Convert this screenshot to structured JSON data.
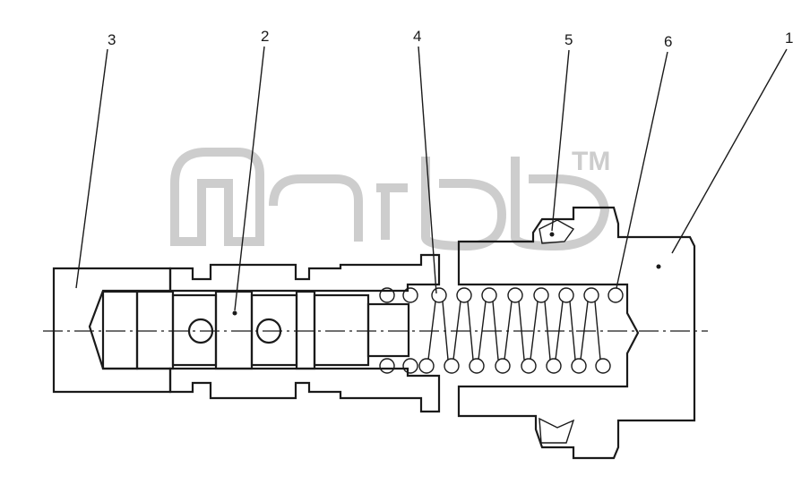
{
  "callouts": [
    {
      "id": "callout-1",
      "label": "1"
    },
    {
      "id": "callout-2",
      "label": "2"
    },
    {
      "id": "callout-3",
      "label": "3"
    },
    {
      "id": "callout-4",
      "label": "4"
    },
    {
      "id": "callout-5",
      "label": "5"
    },
    {
      "id": "callout-6",
      "label": "6"
    }
  ],
  "watermark": {
    "trademark": "TM"
  },
  "colors": {
    "line": "#1a1a1a",
    "watermark": "#c8c8c8",
    "background": "#ffffff"
  }
}
